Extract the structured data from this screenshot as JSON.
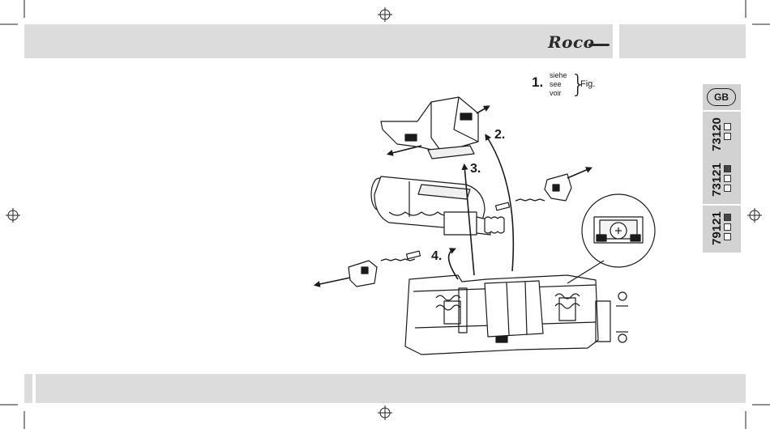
{
  "brand": {
    "logo_text": "Roco"
  },
  "legend": {
    "number": "1.",
    "words": [
      "siehe",
      "see",
      "voir"
    ],
    "brace": "}",
    "target": "Fig."
  },
  "steps": [
    "2.",
    "3.",
    "4."
  ],
  "side_tabs": {
    "language": "GB",
    "models": [
      "73120",
      "73121",
      "79121"
    ]
  },
  "colors": {
    "bar": "#dcdcdc",
    "tab": "#d2d2d2",
    "ink": "#1a1a1a"
  }
}
